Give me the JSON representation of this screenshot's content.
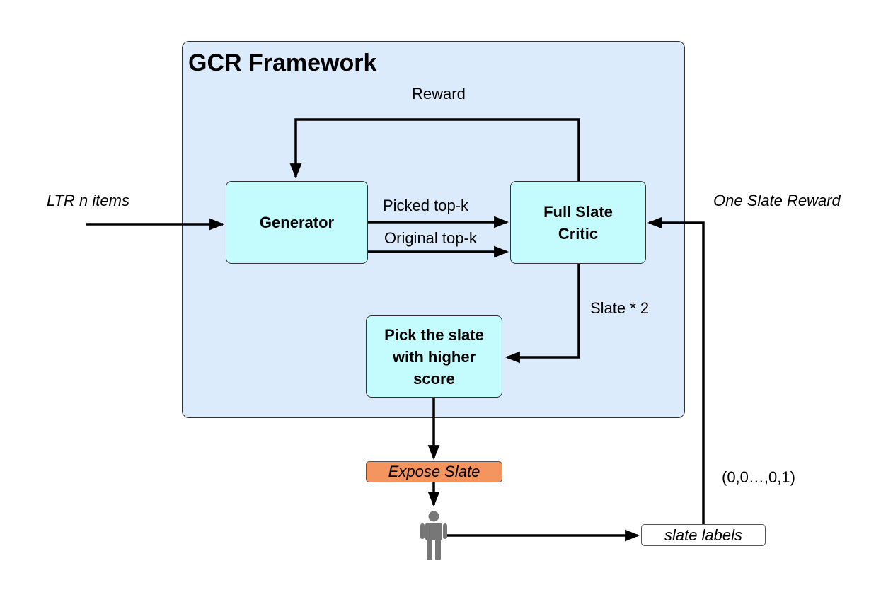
{
  "framework": {
    "title": "GCR Framework"
  },
  "nodes": {
    "generator": "Generator",
    "critic": {
      "line1": "Full Slate",
      "line2": "Critic"
    },
    "picker": {
      "line1": "Pick the slate",
      "line2": "with higher",
      "line3": "score"
    },
    "expose": "Expose Slate",
    "slate_labels": "slate labels"
  },
  "edges": {
    "input": "LTR n items",
    "reward": "Reward",
    "picked_topk": "Picked top-k",
    "original_topk": "Original top-k",
    "slate_x2": "Slate * 2",
    "one_slate_reward": "One Slate Reward",
    "label_vector": "(0,0…,0,1)"
  },
  "icons": {
    "user": "person-icon"
  },
  "colors": {
    "framework_bg": "#dcebfc",
    "module_bg": "#c4fbfc",
    "expose_bg": "#f4955f",
    "person": "#777777"
  }
}
